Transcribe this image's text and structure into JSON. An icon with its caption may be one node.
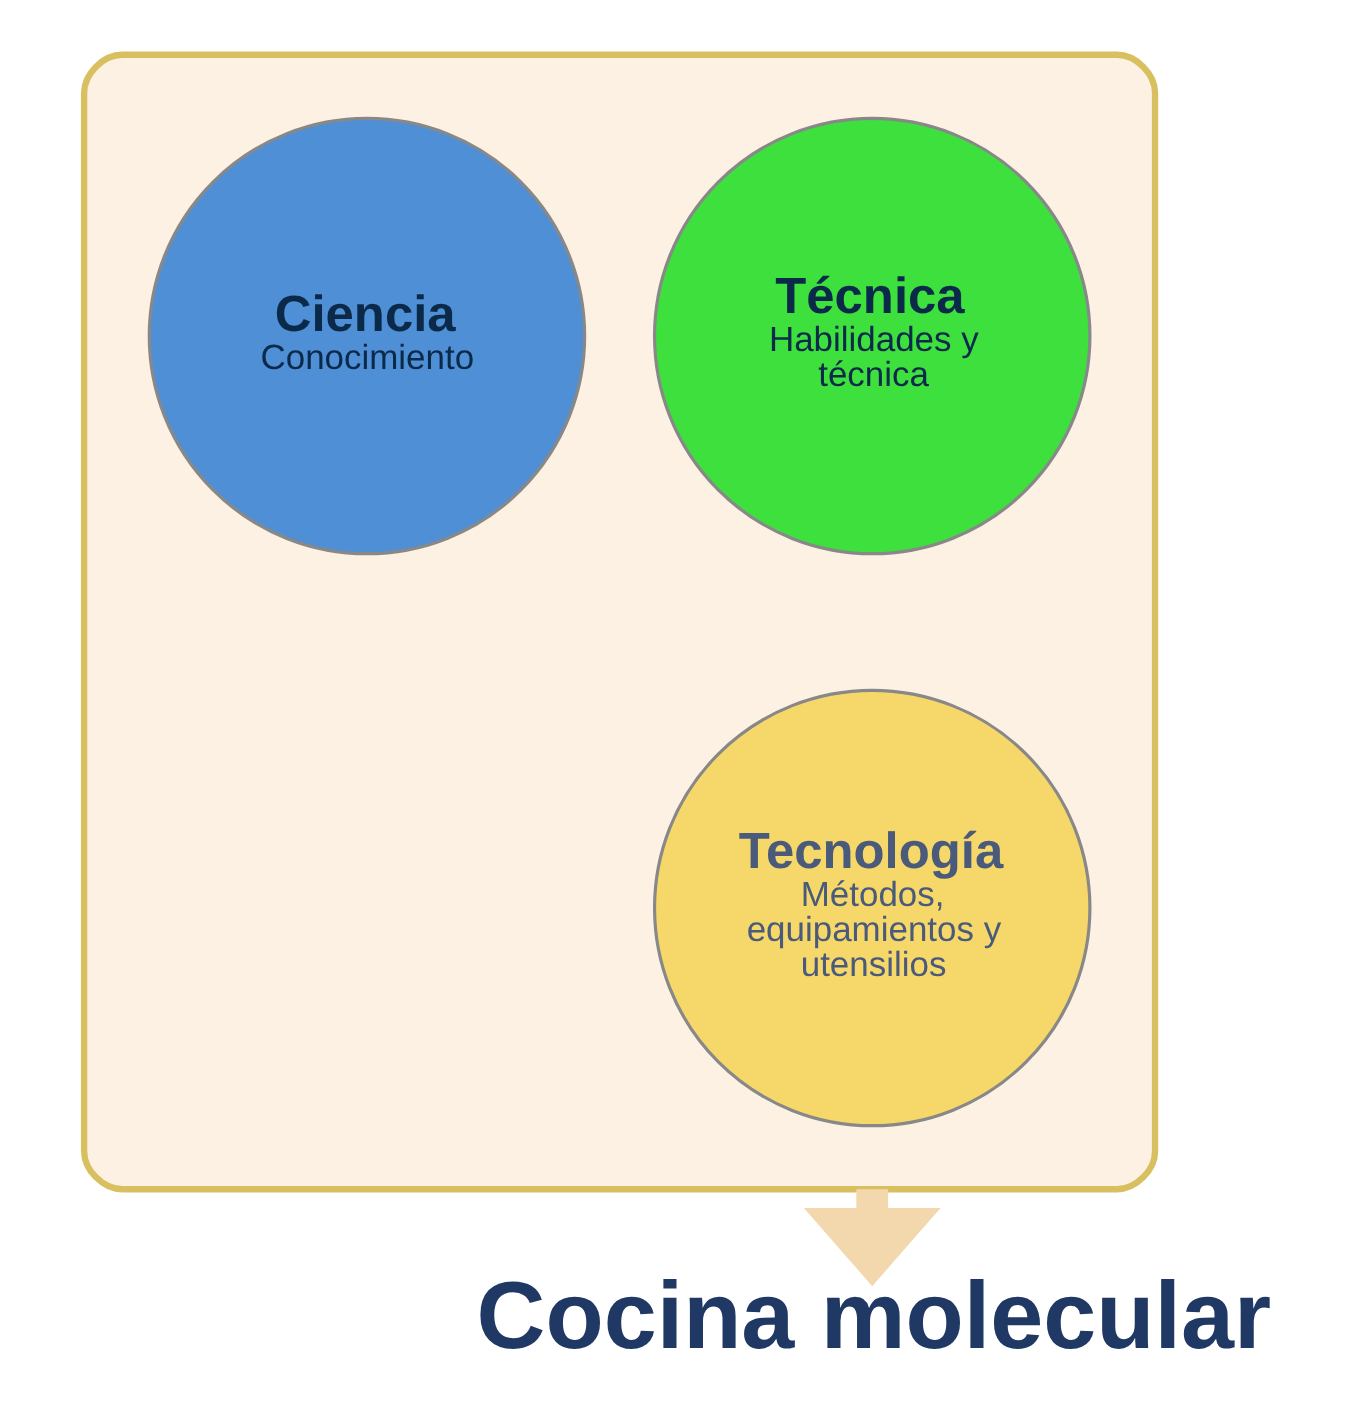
{
  "diagram": {
    "nodes": [
      {
        "text": [],
        "shape": "funnel"
      },
      {
        "text": [
          "Técnica",
          "Habilidades y técnica"
        ],
        "in": 0
      },
      {
        "text": [
          "Ciencia",
          "Conocimiento"
        ],
        "in": 0
      },
      {
        "text": [
          "Tecnología",
          "Métodos, equipamientos y utensilios"
        ],
        "in": 0
      },
      {
        "text": [
          "Cocina molecular"
        ]
      }
    ],
    "edges": [
      {
        "from": 0,
        "to": 4,
        "arrow": "to"
      }
    ]
  }
}
